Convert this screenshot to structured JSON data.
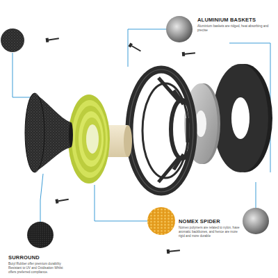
{
  "diagram": {
    "labels": [
      "ALUMINIUM BASKETS",
      "Aluminium baskets are ridged, heat absorbing and precise",
      "NOMEX SPIDER",
      "Nomex polymers are related to nylon, have aromatic backbones, and hence are more rigid and more durable",
      "SURROUND",
      "Butyl Rubber offer premium durability Resistant to UV and Oxidisation Whilst offers preferred compliance."
    ]
  }
}
